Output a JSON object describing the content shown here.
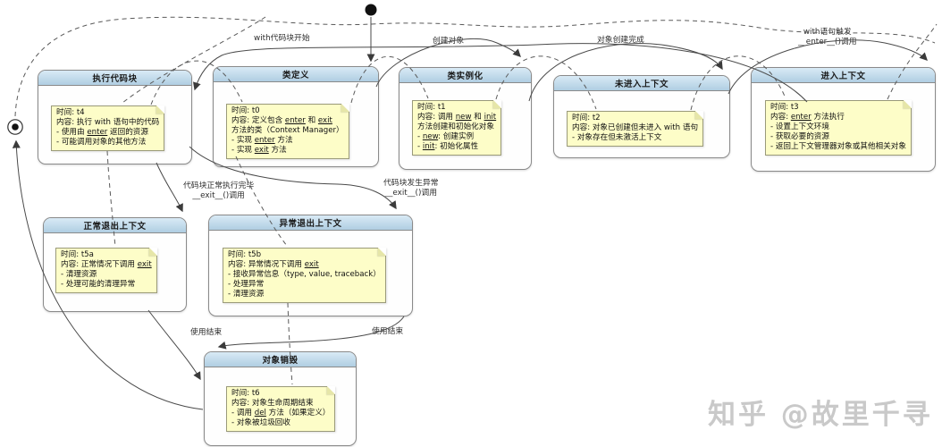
{
  "diagram": {
    "title_hint": "Python with/context manager lifecycle state diagram",
    "colors": {
      "state_header": "#b9d9ee",
      "state_body": "#fefefe",
      "state_border": "#8a8a8a",
      "note_bg": "#fdfdc8",
      "note_border": "#9a9a7a",
      "line": "#4a4a4a",
      "watermark": "#c9c9c9"
    },
    "underline_words": [
      "enter",
      "exit",
      "new",
      "init",
      "del"
    ],
    "initial_state": {
      "icon": "initial-state-dot"
    },
    "final_state": {
      "icon": "final-state-circle"
    },
    "states": [
      {
        "id": "exec-code-block",
        "title": "执行代码块",
        "note": [
          "时间: t4",
          "内容: 执行 with 语句中的代码",
          "- 使用由 enter 返回的资源",
          "- 可能调用对象的其他方法"
        ]
      },
      {
        "id": "class-definition",
        "title": "类定义",
        "note": [
          "时间: t0",
          "内容: 定义包含 enter 和 exit",
          "方法的类（Context Manager）",
          "- 实现 enter 方法",
          "- 实现 exit 方法"
        ]
      },
      {
        "id": "class-instantiation",
        "title": "类实例化",
        "note": [
          "时间: t1",
          "内容: 调用 new 和 init",
          "方法创建和初始化对象",
          "- new: 创建实例",
          "- init: 初始化属性"
        ]
      },
      {
        "id": "not-entered-context",
        "title": "未进入上下文",
        "note": [
          "时间: t2",
          "内容: 对象已创建但未进入 with 语句",
          "- 对象存在但未激活上下文"
        ]
      },
      {
        "id": "entered-context",
        "title": "进入上下文",
        "note": [
          "时间: t3",
          "内容: enter 方法执行",
          "- 设置上下文环境",
          "- 获取必要的资源",
          "- 返回上下文管理器对象或其他相关对象"
        ]
      },
      {
        "id": "normal-exit-context",
        "title": "正常退出上下文",
        "note": [
          "时间: t5a",
          "内容: 正常情况下调用 exit",
          "- 清理资源",
          "- 处理可能的清理异常"
        ]
      },
      {
        "id": "abnormal-exit-context",
        "title": "异常退出上下文",
        "note": [
          "时间: t5b",
          "内容: 异常情况下调用 exit",
          "- 接收异常信息（type, value, traceback）",
          "- 处理异常",
          "- 清理资源"
        ]
      },
      {
        "id": "object-destroy",
        "title": "对象销毁",
        "note": [
          "时间: t6",
          "内容: 对象生命周期结束",
          "- 调用 del 方法（如果定义）",
          "- 对象被垃圾回收"
        ]
      }
    ],
    "transition_labels": [
      {
        "id": "with-block-start",
        "lines": [
          "with代码块开始"
        ]
      },
      {
        "id": "create-object",
        "lines": [
          "创建对象"
        ]
      },
      {
        "id": "object-created",
        "lines": [
          "对象创建完成"
        ]
      },
      {
        "id": "with-trigger-enter",
        "lines": [
          "with语句触发",
          "__enter__()调用"
        ]
      },
      {
        "id": "block-normal-finish",
        "lines": [
          "代码块正常执行完毕",
          "__exit__()调用"
        ]
      },
      {
        "id": "block-exception",
        "lines": [
          "代码块发生异常",
          "__exit__()调用"
        ]
      },
      {
        "id": "use-end-left",
        "lines": [
          "使用结束"
        ]
      },
      {
        "id": "use-end-right",
        "lines": [
          "使用结束"
        ]
      }
    ]
  },
  "watermark": {
    "text": "知乎 @故里千寻"
  }
}
